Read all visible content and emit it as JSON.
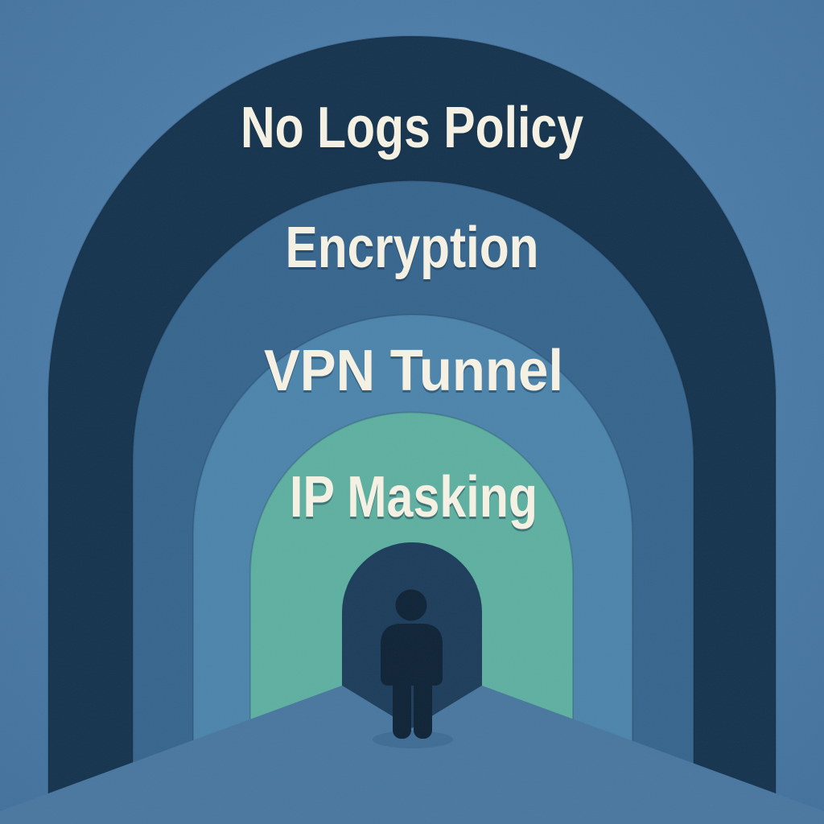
{
  "illustration": {
    "description": "Concentric tunnel arches showing VPN privacy layers with a person silhouette at the tunnel entrance",
    "background_color": "#3f6e9a",
    "background_mid_color": "#4a7ba6",
    "glow_color": "#5b8cb6",
    "label_color": "#f6f2e4",
    "label_shadow_color": "#122c44",
    "layers": [
      {
        "label": "No Logs Policy",
        "color": "#15334e"
      },
      {
        "label": "Encryption",
        "color": "#36658d"
      },
      {
        "label": "VPN Tunnel",
        "color": "#4c84ab"
      },
      {
        "label": "IP Masking",
        "color": "#5eb0a1"
      }
    ],
    "tunnel_color": "#1c3d5b",
    "floor_color": "#49779f",
    "shadow_color": "#3e6a92",
    "person_color": "#0e2336"
  }
}
